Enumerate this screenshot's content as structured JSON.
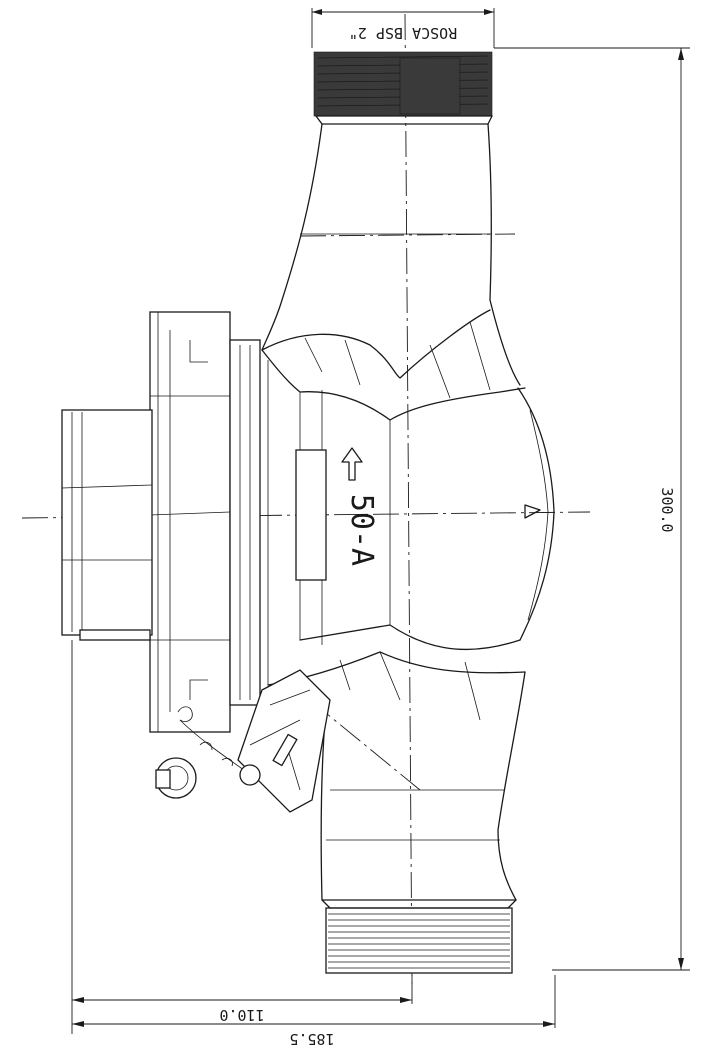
{
  "dimensions": {
    "thread_spec": "ROSCA BSP 2\"",
    "overall_length": "300.0",
    "height_to_axis": "110.0",
    "overall_height": "185.5"
  },
  "body_marking": "50-A",
  "colors": {
    "line": "#1a1a1a",
    "background": "#ffffff",
    "thread_hatch": "#3a3a3a"
  }
}
